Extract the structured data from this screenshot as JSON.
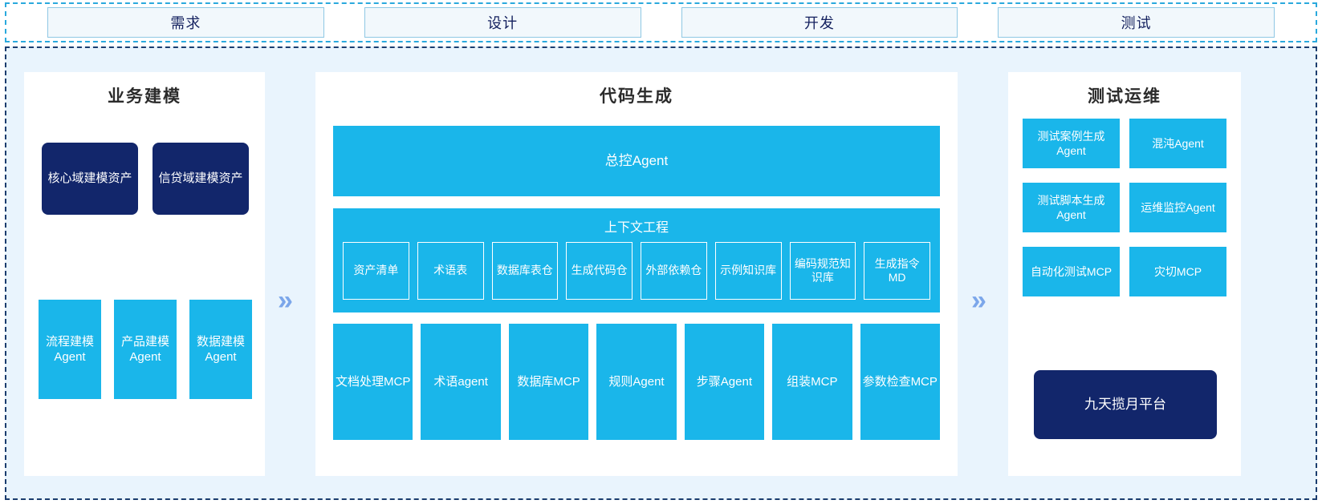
{
  "phases": {
    "items": [
      {
        "label": "需求"
      },
      {
        "label": "设计"
      },
      {
        "label": "开发"
      },
      {
        "label": "测试"
      }
    ]
  },
  "arrows": {
    "glyph": "»"
  },
  "colors": {
    "navy": "#12266b",
    "cyan": "#1ab6ea",
    "canvas_bg": "#e9f4fd",
    "panel_bg": "#ffffff",
    "arrow": "#7ba6ea",
    "phase_border": "#8fc8e4",
    "phase_text": "#13205e"
  },
  "panels": {
    "left": {
      "title": "业务建模",
      "assets": [
        {
          "label": "核心域建模资产"
        },
        {
          "label": "信贷域建模资产"
        }
      ],
      "agents": [
        {
          "label": "流程建模Agent"
        },
        {
          "label": "产品建模Agent"
        },
        {
          "label": "数据建模Agent"
        }
      ]
    },
    "center": {
      "title": "代码生成",
      "master_agent": "总控Agent",
      "context": {
        "title": "上下文工程",
        "items": [
          {
            "label": "资产清单"
          },
          {
            "label": "术语表"
          },
          {
            "label": "数据库表仓"
          },
          {
            "label": "生成代码仓"
          },
          {
            "label": "外部依赖仓"
          },
          {
            "label": "示例知识库"
          },
          {
            "label": "编码规范知识库"
          },
          {
            "label": "生成指令MD"
          }
        ]
      },
      "tools": [
        {
          "label": "文档处理MCP"
        },
        {
          "label": "术语agent"
        },
        {
          "label": "数据库MCP"
        },
        {
          "label": "规则Agent"
        },
        {
          "label": "步骤Agent"
        },
        {
          "label": "组装MCP"
        },
        {
          "label": "参数检查MCP"
        }
      ]
    },
    "right": {
      "title": "测试运维",
      "items": [
        {
          "label": "测试案例生成Agent"
        },
        {
          "label": "混沌Agent"
        },
        {
          "label": "测试脚本生成Agent"
        },
        {
          "label": "运维监控Agent"
        },
        {
          "label": "自动化测试MCP"
        },
        {
          "label": "灾切MCP"
        }
      ],
      "platform": "九天揽月平台"
    }
  }
}
